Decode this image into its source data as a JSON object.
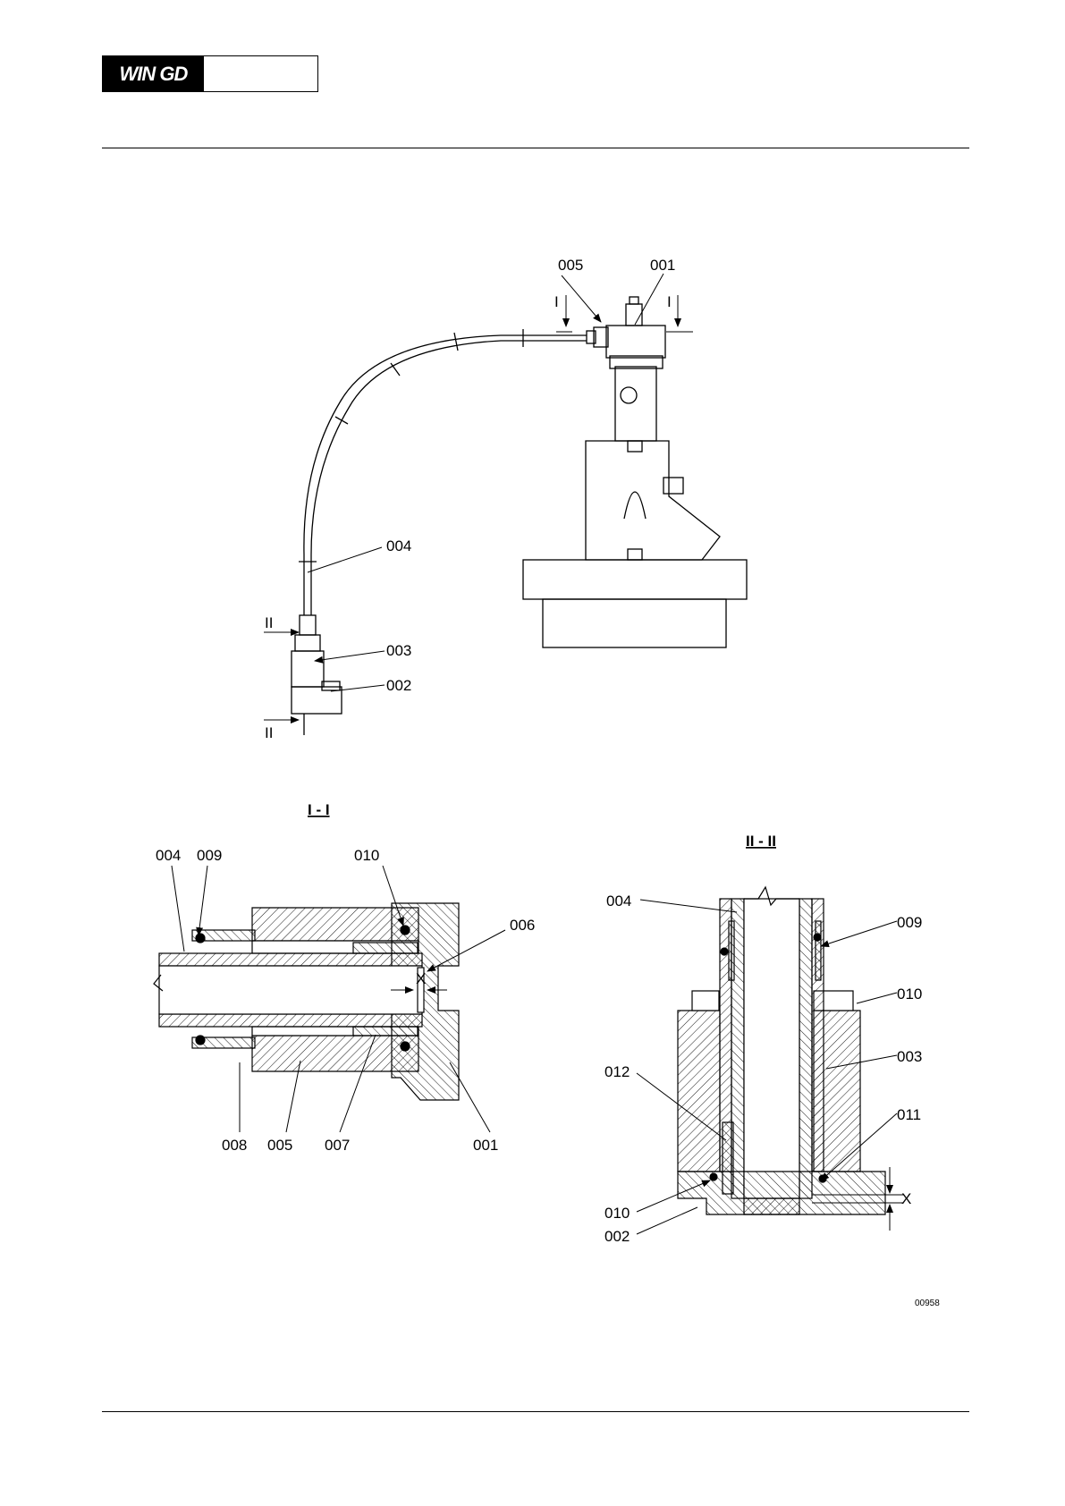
{
  "header": {
    "logo_text": "WIN GD"
  },
  "figure": {
    "callouts": {
      "c001": "001",
      "c002": "002",
      "c003": "003",
      "c004": "004",
      "c005": "005"
    },
    "section_marks": {
      "i": "I",
      "ii": "II"
    },
    "section_i": {
      "title": "I - I",
      "labels": {
        "c001": "001",
        "c004": "004",
        "c005": "005",
        "c006": "006",
        "c007": "007",
        "c008": "008",
        "c009": "009",
        "c010": "010"
      },
      "dimension": "X"
    },
    "section_ii": {
      "title": "II - II",
      "labels": {
        "c002": "002",
        "c003": "003",
        "c004": "004",
        "c009": "009",
        "c010a": "010",
        "c010b": "010",
        "c011": "011",
        "c012": "012"
      },
      "dimension": "X"
    },
    "reference": "00958"
  },
  "colors": {
    "line": "#000000",
    "background": "#ffffff"
  }
}
